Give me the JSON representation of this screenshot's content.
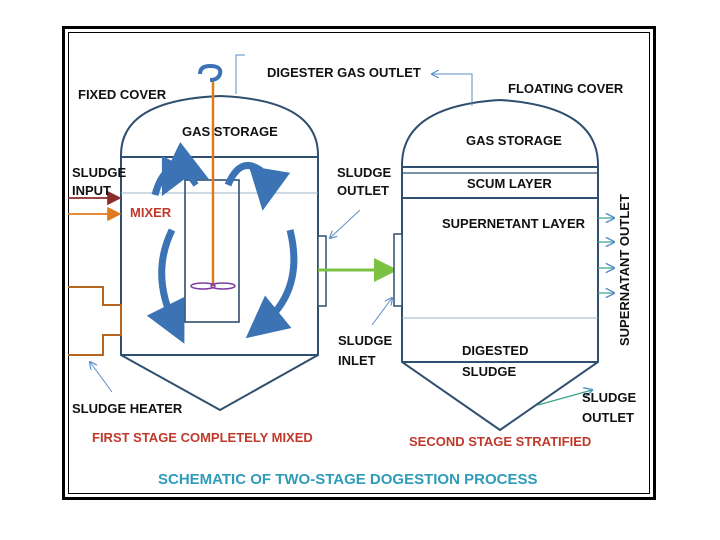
{
  "title": "SCHEMATIC OF TWO-STAGE DOGESTION PROCESS",
  "labels": {
    "digester_gas_outlet": "DIGESTER GAS OUTLET",
    "fixed_cover": "FIXED COVER",
    "floating_cover": "FLOATING COVER",
    "gas_storage_1": "GAS STORAGE",
    "gas_storage_2": "GAS STORAGE",
    "sludge_input_line1": "SLUDGE",
    "sludge_input_line2": "INPUT",
    "mixer": "MIXER",
    "sludge_outlet_line1": "SLUDGE",
    "sludge_outlet_line2": "OUTLET",
    "scum_layer": "SCUM LAYER",
    "supernatant_layer": "SUPERNETANT LAYER",
    "supernatant_outlet": "SUPERNATANT OUTLET",
    "sludge_inlet_line1": "SLUDGE",
    "sludge_inlet_line2": "INLET",
    "digested_line1": "DIGESTED",
    "digested_line2": "SLUDGE",
    "sludge_heater": "SLUDGE HEATER",
    "sludge_outlet2_line1": "SLUDGE",
    "sludge_outlet2_line2": "OUTLET",
    "first_stage": "FIRST STAGE COMPLETELY MIXED",
    "second_stage": "SECOND STAGE STRATIFIED"
  },
  "colors": {
    "frame": "#000000",
    "tank_outline": "#2f4f6f",
    "tank_fill": "#ffffff",
    "circulation_arrows": "#3b73b5",
    "mixer_shaft": "#e07a1f",
    "mixer_blade": "#7b3fa0",
    "transfer_arrow": "#7cc242",
    "heater": "#b5651d",
    "thin_arrows": "#5b8fc7",
    "stage_text": "#c0392b",
    "title_text": "#2e9cb8"
  }
}
